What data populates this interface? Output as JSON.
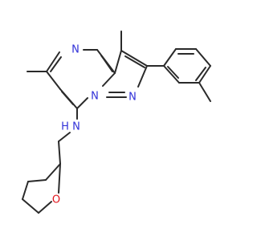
{
  "molecule": {
    "atoms": [
      {
        "id": "N1",
        "label": "N",
        "color": "#3030d8"
      },
      {
        "id": "N2",
        "label": "N",
        "color": "#3030d8"
      },
      {
        "id": "N3",
        "label": "N",
        "color": "#3030d8"
      },
      {
        "id": "NH",
        "label": "N",
        "color": "#3030d8"
      },
      {
        "id": "H",
        "label": "H",
        "color": "#3030d8"
      },
      {
        "id": "O",
        "label": "O",
        "color": "#e0141c"
      }
    ],
    "bond_color": "#2a2a2a"
  }
}
